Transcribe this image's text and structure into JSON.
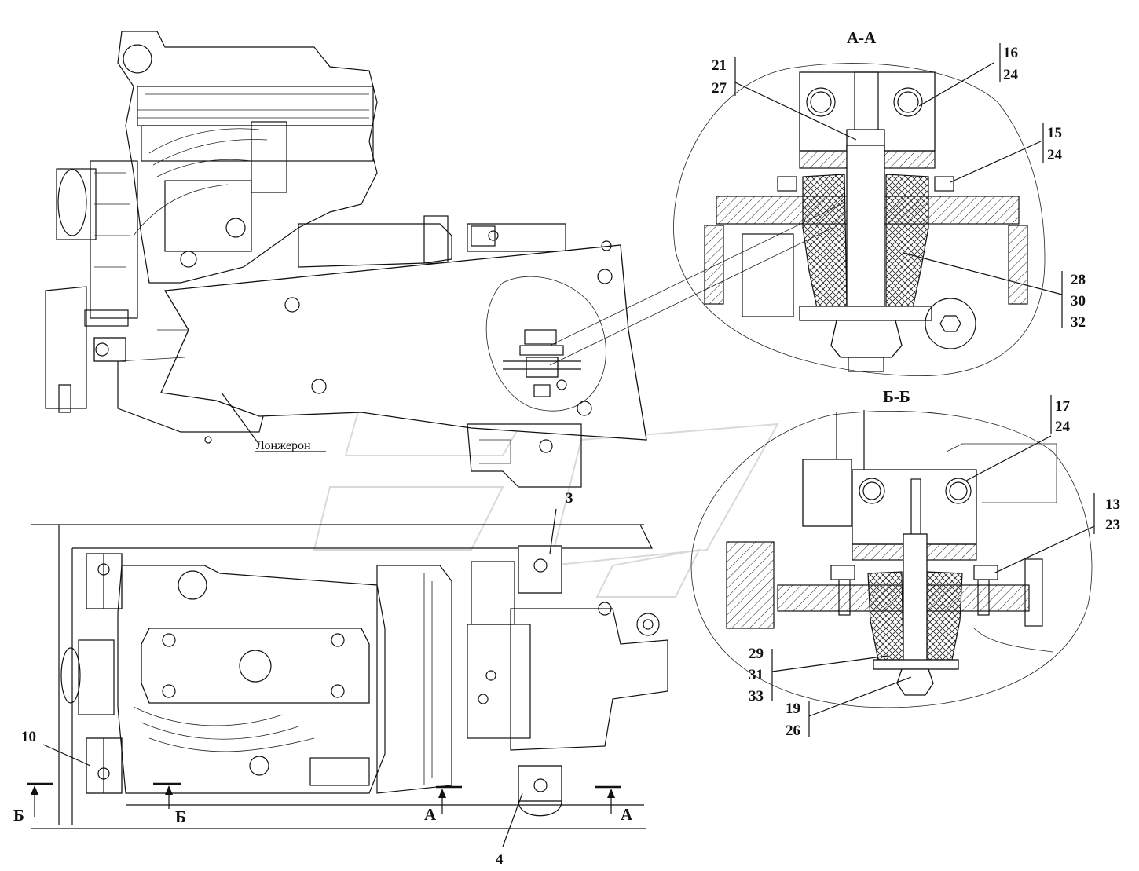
{
  "sections": {
    "aa_title": "А-А",
    "bb_title": "Б-Б"
  },
  "labels": {
    "longeron": "Лонжерон",
    "c_3": "3",
    "c_4": "4",
    "c_10": "10",
    "aa_21": "21",
    "aa_27": "27",
    "aa_16": "16",
    "aa_24a": "24",
    "aa_15": "15",
    "aa_24b": "24",
    "aa_28": "28",
    "aa_30": "30",
    "aa_32": "32",
    "bb_17": "17",
    "bb_24": "24",
    "bb_13": "13",
    "bb_23": "23",
    "bb_29": "29",
    "bb_31": "31",
    "bb_33": "33",
    "bb_19": "19",
    "bb_26": "26"
  },
  "cut_marks": {
    "b_left": "Б",
    "b_right": "Б",
    "a_left": "А",
    "a_right": "А"
  }
}
